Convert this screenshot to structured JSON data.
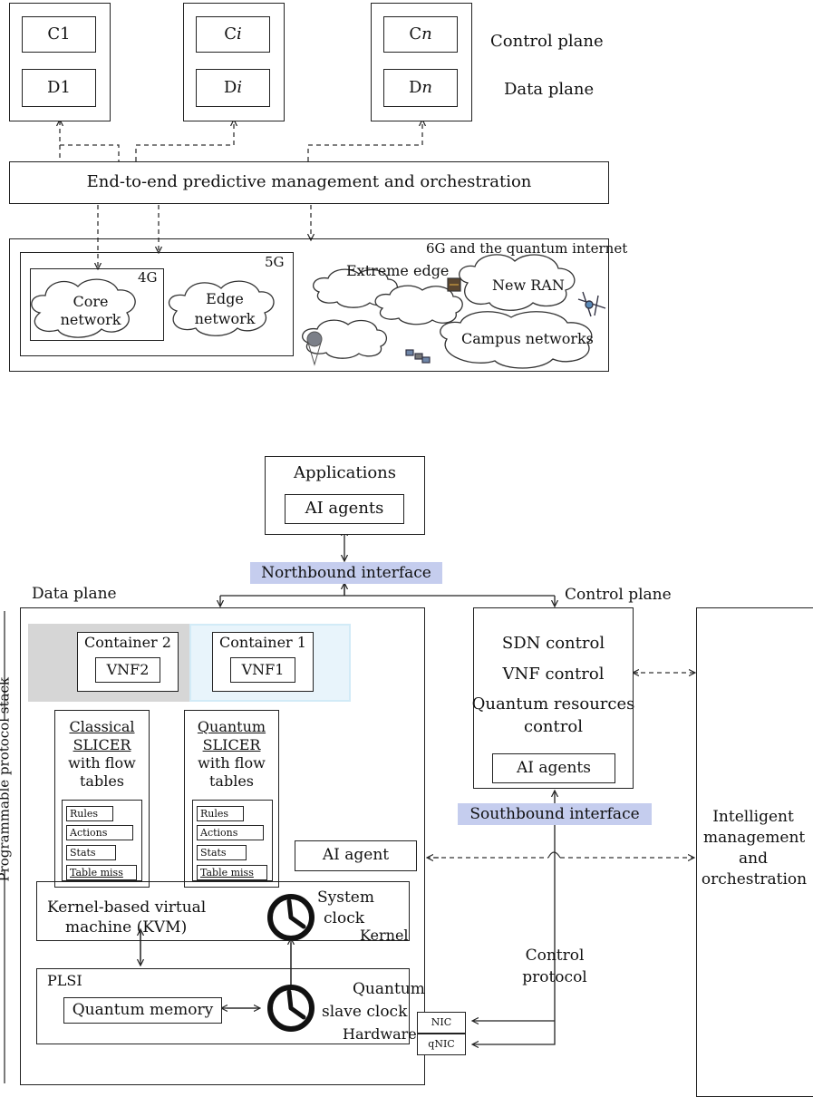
{
  "top_diagram": {
    "controllers": [
      {
        "control": "C1",
        "data": "D1"
      },
      {
        "control": "C",
        "control_italic": "i",
        "data": "D",
        "data_italic": "i"
      },
      {
        "control": "C",
        "control_italic": "n",
        "data": "D",
        "data_italic": "n"
      }
    ],
    "plane_labels": {
      "control": "Control plane",
      "data": "Data plane"
    },
    "orchestration": "End-to-end predictive management and orchestration",
    "networks": {
      "outer": "6G and the quantum internet",
      "g5": "5G",
      "g4": "4G",
      "core_line1": "Core",
      "core_line2": "network",
      "edge_line1": "Edge",
      "edge_line2": "network",
      "extreme_edge": "Extreme edge",
      "new_ran": "New RAN",
      "campus": "Campus networks"
    }
  },
  "bottom_diagram": {
    "applications": "Applications",
    "app_agents": "AI agents",
    "northbound": "Northbound interface",
    "southbound": "Southbound interface",
    "data_plane": "Data plane",
    "control_plane": "Control plane",
    "container2": "Container 2",
    "vnf2": "VNF2",
    "container1": "Container 1",
    "vnf1": "VNF1",
    "classical": {
      "l1": "Classical",
      "l2": "SLICER",
      "l3": "with flow",
      "l4": "tables"
    },
    "quantum": {
      "l1": "Quantum",
      "l2": "SLICER",
      "l3": "with flow",
      "l4": "tables"
    },
    "table_rows": [
      "Rules",
      "Actions",
      "Stats",
      "Table miss"
    ],
    "ai_agent": "AI agent",
    "control_items": {
      "sdn": "SDN control",
      "vnf": "VNF control",
      "quantum_l1": "Quantum resources",
      "quantum_l2": "control",
      "agents": "AI agents"
    },
    "kernel": {
      "kvm_l1": "Kernel-based virtual",
      "kvm_l2": "machine (KVM)",
      "sys_l1": "System",
      "sys_l2": "clock",
      "label": "Kernel"
    },
    "hardware": {
      "plsi": "PLSI",
      "qmem": "Quantum memory",
      "slave_l1": "Quantum",
      "slave_l2": "slave clock",
      "label": "Hardware"
    },
    "control_protocol_l1": "Control",
    "control_protocol_l2": "protocol",
    "nic": "NIC",
    "qnic": "qNIC",
    "intelligent": {
      "l1": "Intelligent",
      "l2": "management",
      "l3": "and",
      "l4": "orchestration"
    },
    "stack_label": "Programmable protocol stack"
  }
}
